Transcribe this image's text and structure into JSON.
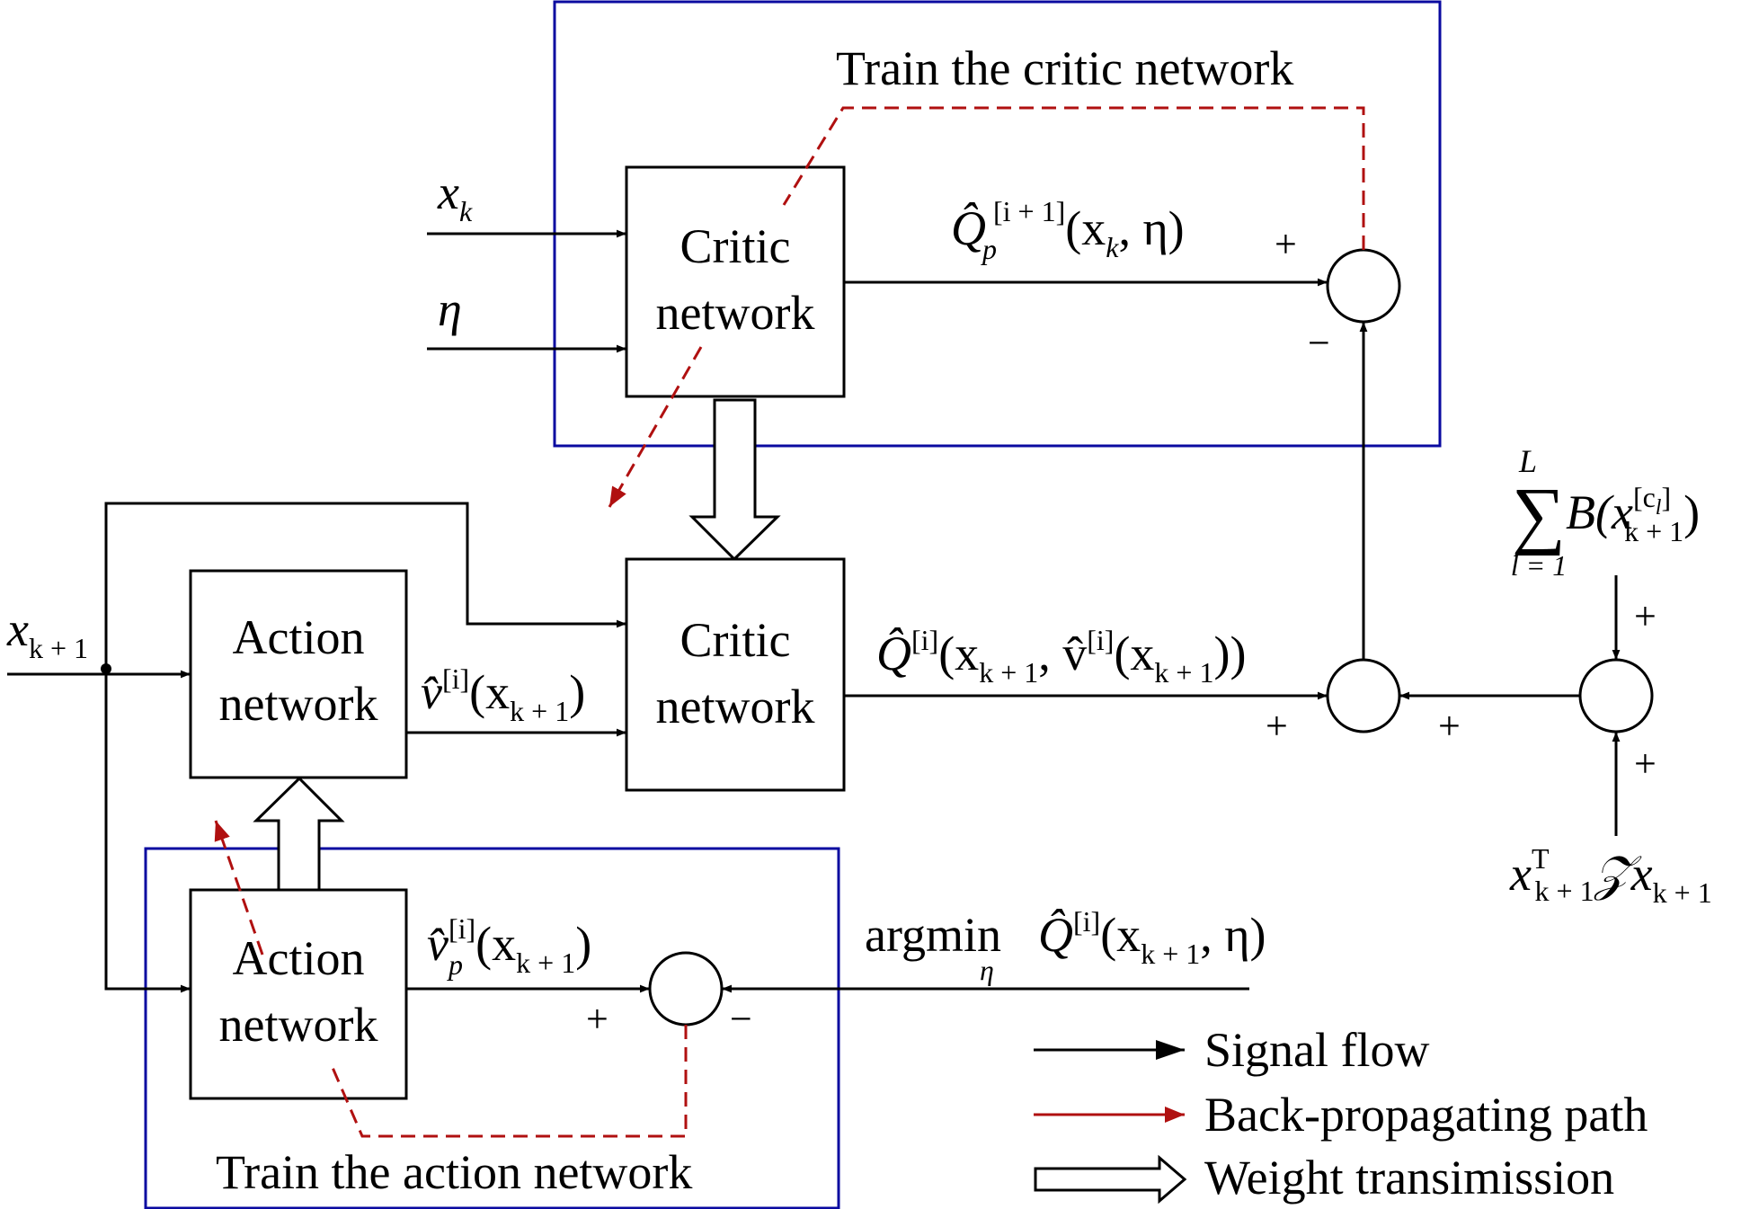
{
  "frames": {
    "critic_training_title": "Train the critic network",
    "action_training_title": "Train the action network"
  },
  "blocks": {
    "critic_top": [
      "Critic",
      "network"
    ],
    "critic_mid": [
      "Critic",
      "network"
    ],
    "action_mid": [
      "Action",
      "network"
    ],
    "action_bottom": [
      "Action",
      "network"
    ]
  },
  "inputs": {
    "x_k": {
      "base": "x",
      "sub": "k"
    },
    "eta": "η",
    "x_k1": {
      "base": "x",
      "sub": "k + 1"
    }
  },
  "signals": {
    "q_p_next": {
      "hat": "Q̂",
      "sub": "p",
      "sup": "[i + 1]",
      "args": "(x",
      "args_sub": "k",
      "args_tail": ", η)"
    },
    "q_current": {
      "hat": "Q̂",
      "sup": "[i]",
      "text": "(x",
      "sub1": "k + 1",
      "mid": ", v̂",
      "sup2": "[i]",
      "mid2": "(x",
      "sub2": "k + 1",
      "tail": "))"
    },
    "v_hat": {
      "hat": "v̂",
      "sup": "[i]",
      "args": "(x",
      "sub": "k + 1",
      "tail": ")"
    },
    "v_hat_p": {
      "hat": "v̂",
      "sub": "p",
      "sup": "[i]",
      "args": "(x",
      "asub": "k + 1",
      "tail": ")"
    },
    "argmin": {
      "op": "argmin",
      "under": "η",
      "hat": "Q̂",
      "sup": "[i]",
      "args": "(x",
      "sub": "k + 1",
      "tail": ", η)"
    },
    "utility_sum": {
      "sigma": "∑",
      "upper": "L",
      "lower": "l = 1",
      "func": "B(x",
      "sup": "[c",
      "supsub": "l",
      "supclose": "]",
      "sub": "k + 1",
      "tail": ")"
    },
    "quadratic": {
      "x": "x",
      "sup": "T",
      "sub": "k + 1",
      "z": "𝒵",
      "x2": "x",
      "sub2": "k + 1"
    }
  },
  "signs": {
    "top_plus": "+",
    "top_minus": "−",
    "mid_plus_left": "+",
    "mid_plus_right": "+",
    "sum_plus_top": "+",
    "sum_plus_bottom": "+",
    "bottom_plus": "+",
    "bottom_minus": "−"
  },
  "legend": {
    "signal_flow": "Signal flow",
    "back_propagating": "Back-propagating path",
    "weight_transmission": "Weight transimission"
  },
  "colors": {
    "frame": "#0a0aa0",
    "signal": "#000000",
    "backprop": "#b01010"
  }
}
